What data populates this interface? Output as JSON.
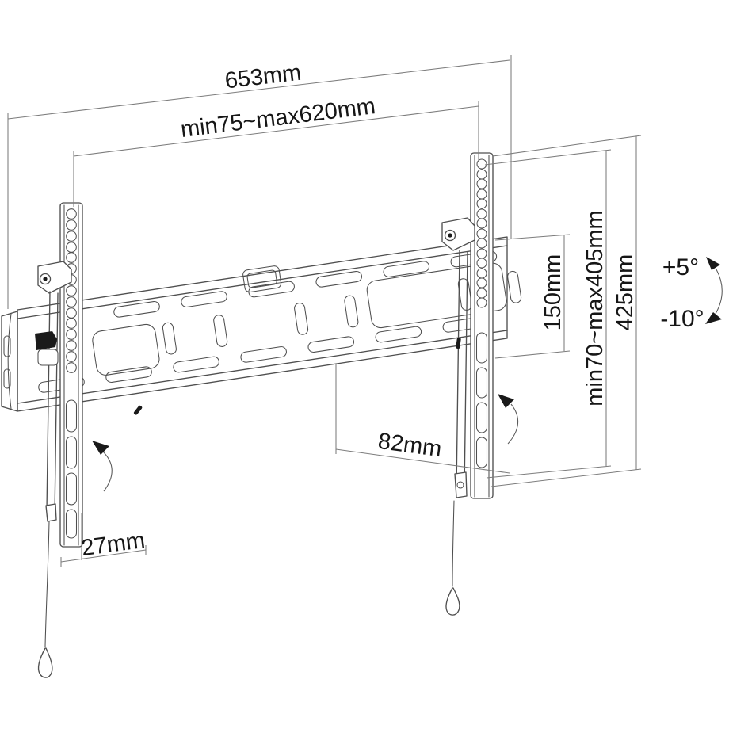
{
  "diagram": {
    "kind": "technical line drawing of a tilting TV wall mount with dimension callouts",
    "labels": {
      "total_width": "653mm",
      "vesa_width_range": "min75~max620mm",
      "hole_span": "150mm",
      "vesa_height_range": "min70~max405mm",
      "bracket_height": "425mm",
      "depth_from_wall": "82mm",
      "bottom_offset": "27mm",
      "tilt_up": "+5°",
      "tilt_down": "-10°"
    },
    "colors": {
      "background": "#ffffff",
      "drawing_line": "#4f4f4f",
      "dimension_line": "#7c7c7c",
      "text": "#161616",
      "solid_parts": "#1a1a1a"
    }
  }
}
